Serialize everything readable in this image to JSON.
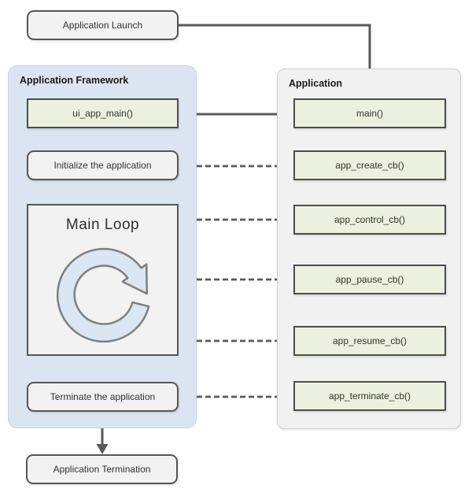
{
  "colors": {
    "arrow": "#595959",
    "green_box_fill": "#ebf1de",
    "green_box_border": "#4d4d4d",
    "gray_box_fill": "#f2f2f2",
    "gray_box_border": "#555555",
    "framework_panel_fill": "#dbe5f1",
    "application_panel_fill": "#f1f1f1",
    "loop_icon_fill": "#dbe6f3",
    "loop_icon_stroke": "#808080"
  },
  "diagram": {
    "launch_label": "Application Launch",
    "framework": {
      "title": "Application Framework",
      "ui_app_main_label": "ui_app_main()",
      "initialize_label": "Initialize the application",
      "main_loop_label": "Main Loop",
      "terminate_label": "Terminate the application"
    },
    "application": {
      "title": "Application",
      "main_label": "main()",
      "callbacks": [
        "app_create_cb()",
        "app_control_cb()",
        "app_pause_cb()",
        "app_resume_cb()",
        "app_terminate_cb()"
      ]
    },
    "termination_label": "Application Termination"
  }
}
